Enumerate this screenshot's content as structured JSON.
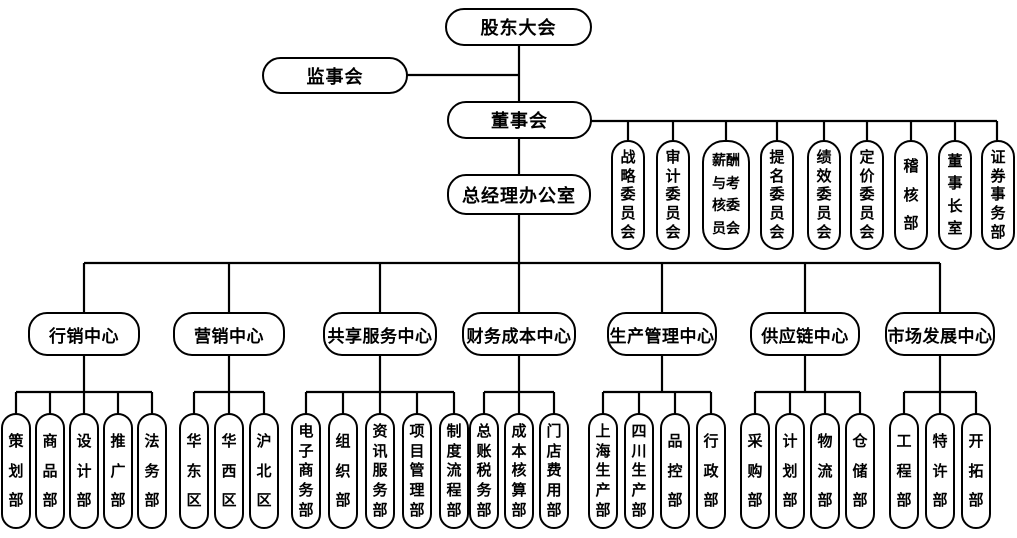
{
  "nodes": {
    "shareholders_meeting": "股东大会",
    "supervisory_board": "监事会",
    "board_of_directors": "董事会",
    "gm_office": "总经理办公室"
  },
  "committees": [
    {
      "label": "战略委员会"
    },
    {
      "label": "审计委员会"
    },
    {
      "label": "薪酬与考核委员会",
      "lines": [
        "薪酬",
        "与考",
        "核委",
        "员会"
      ]
    },
    {
      "label": "提名委员会"
    },
    {
      "label": "绩效委员会"
    },
    {
      "label": "定价委员会"
    },
    {
      "label": "稽核部"
    },
    {
      "label": "董事长室"
    },
    {
      "label": "证券事务部"
    }
  ],
  "centers": [
    {
      "label": "行销中心",
      "departments": [
        "策划部",
        "商品部",
        "设计部",
        "推广部",
        "法务部"
      ]
    },
    {
      "label": "营销中心",
      "departments": [
        "华东区",
        "华西区",
        "沪北区"
      ]
    },
    {
      "label": "共享服务中心",
      "departments": [
        "电子商务部",
        "组织部",
        "资讯服务部",
        "项目管理部",
        "制度流程部"
      ]
    },
    {
      "label": "财务成本中心",
      "departments": [
        "总账税务部",
        "成本核算部",
        "门店费用部"
      ]
    },
    {
      "label": "生产管理中心",
      "departments": [
        "上海生产部",
        "四川生产部",
        "品控部",
        "行政部"
      ]
    },
    {
      "label": "供应链中心",
      "departments": [
        "采购部",
        "计划部",
        "物流部",
        "仓储部"
      ]
    },
    {
      "label": "市场发展中心",
      "departments": [
        "工程部",
        "特许部",
        "开拓部"
      ]
    }
  ],
  "colors": {
    "line": "#000000",
    "border": "#000000",
    "background": "#ffffff",
    "text": "#000000"
  }
}
